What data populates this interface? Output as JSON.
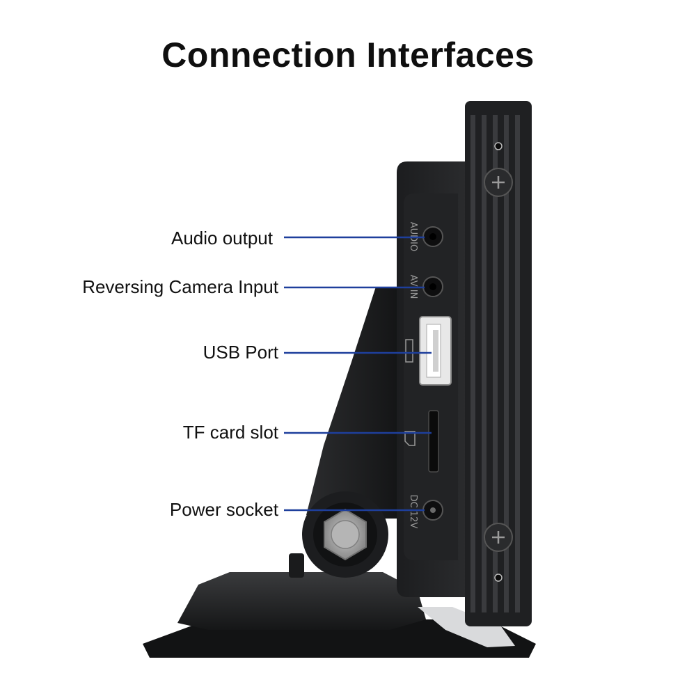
{
  "page": {
    "title": "Connection Interfaces"
  },
  "ports": [
    {
      "label": "Audio output",
      "device_text": "AUDIO"
    },
    {
      "label": "Reversing Camera Input",
      "device_text": "AV IN"
    },
    {
      "label": "USB Port"
    },
    {
      "label": "TF card slot"
    },
    {
      "label": "Power socket",
      "device_text": "DC 12V"
    }
  ],
  "colors": {
    "leader_line": "#1e3f9c",
    "device_dark": "#1b1c1e",
    "background": "#ffffff"
  },
  "icons": {
    "usb": "usb-icon",
    "sd": "sd-card-icon",
    "screw": "screw-icon"
  }
}
